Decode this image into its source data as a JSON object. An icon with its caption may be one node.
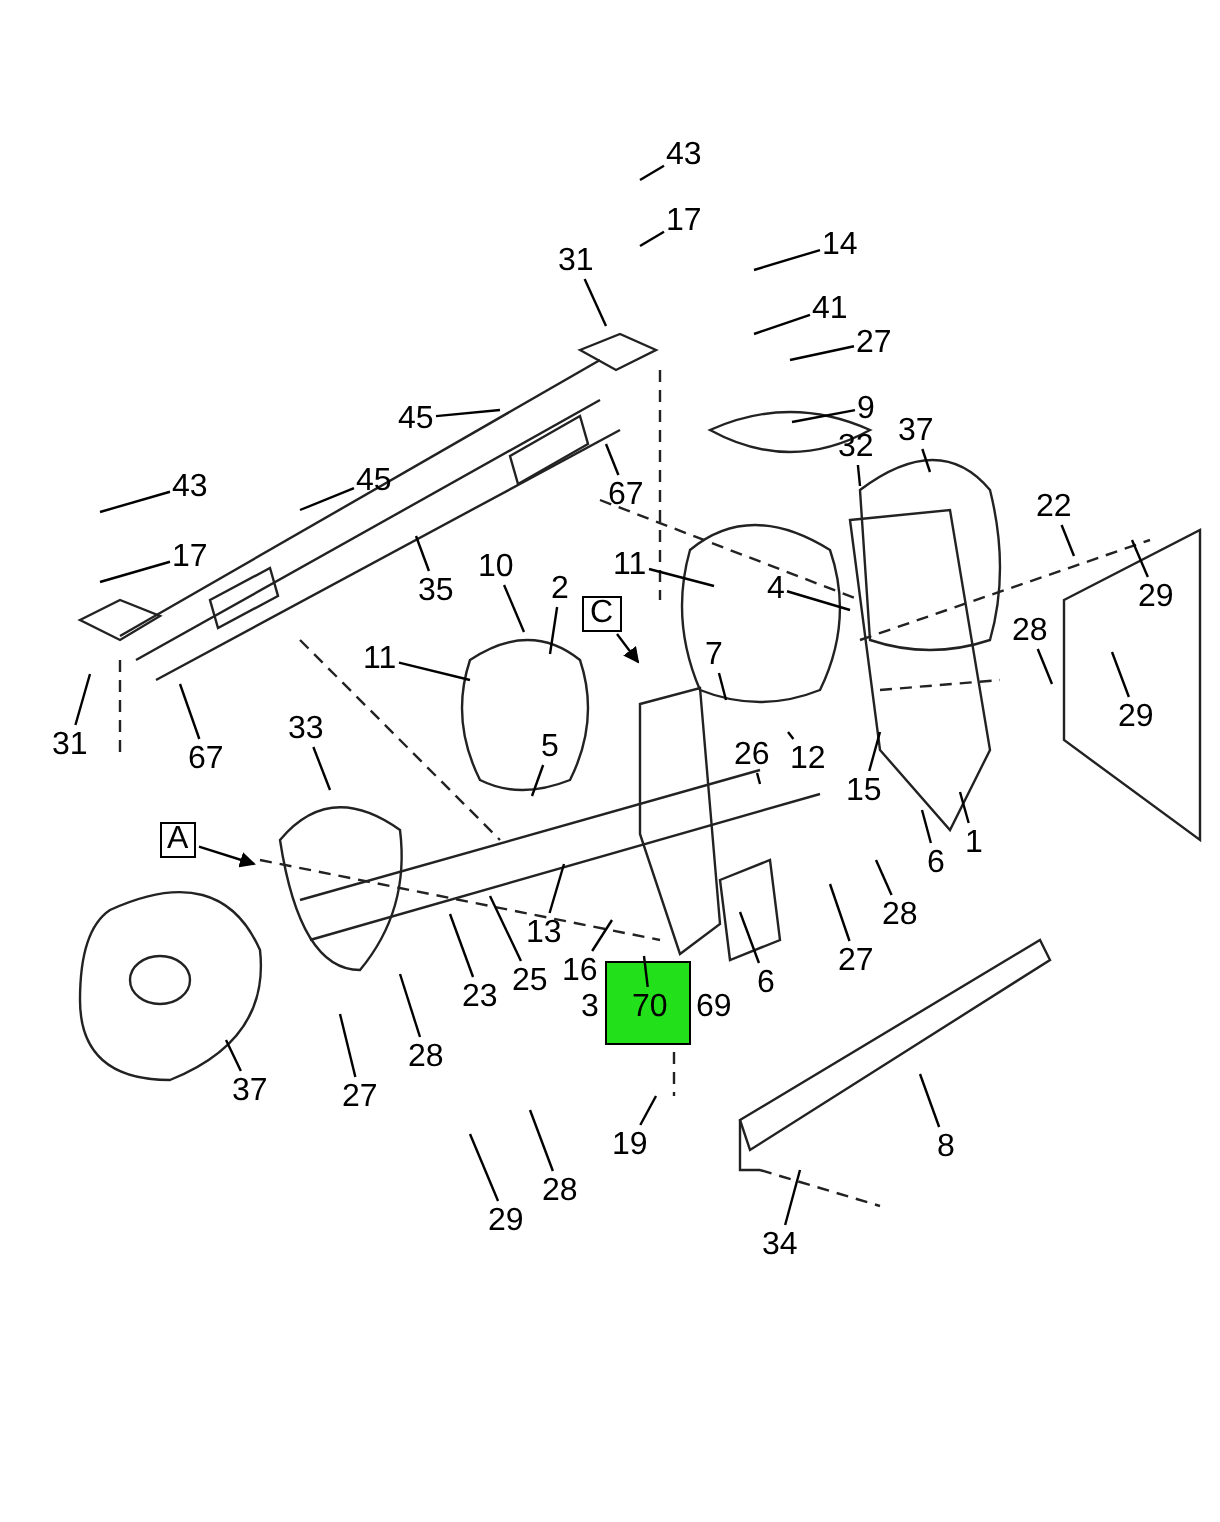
{
  "diagram": {
    "nodes": [
      {
        "text": [
          "43"
        ]
      },
      {
        "text": [
          "17"
        ]
      },
      {
        "text": [
          "14"
        ]
      },
      {
        "text": [
          "31"
        ]
      },
      {
        "text": [
          "41"
        ]
      },
      {
        "text": [
          "27"
        ]
      },
      {
        "text": [
          "9"
        ]
      },
      {
        "text": [
          "45"
        ]
      },
      {
        "text": [
          "37"
        ]
      },
      {
        "text": [
          "32"
        ]
      },
      {
        "text": [
          "43"
        ]
      },
      {
        "text": [
          "45"
        ]
      },
      {
        "text": [
          "67"
        ]
      },
      {
        "text": [
          "22"
        ]
      },
      {
        "text": [
          "17"
        ]
      },
      {
        "text": [
          "11"
        ]
      },
      {
        "text": [
          "10"
        ]
      },
      {
        "text": [
          "35"
        ]
      },
      {
        "text": [
          "2"
        ]
      },
      {
        "text": [
          "4"
        ]
      },
      {
        "text": [
          "29"
        ]
      },
      {
        "text": [
          "C"
        ]
      },
      {
        "text": [
          "28"
        ]
      },
      {
        "text": [
          "7"
        ]
      },
      {
        "text": [
          "11"
        ]
      },
      {
        "text": [
          "29"
        ]
      },
      {
        "text": [
          "33"
        ]
      },
      {
        "text": [
          "31"
        ]
      },
      {
        "text": [
          "5"
        ]
      },
      {
        "text": [
          "26"
        ]
      },
      {
        "text": [
          "12"
        ]
      },
      {
        "text": [
          "67"
        ]
      },
      {
        "text": [
          "15"
        ]
      },
      {
        "text": [
          "A"
        ]
      },
      {
        "text": [
          "1"
        ]
      },
      {
        "text": [
          "6"
        ]
      },
      {
        "text": [
          "28"
        ]
      },
      {
        "text": [
          "13"
        ]
      },
      {
        "text": [
          "27"
        ]
      },
      {
        "text": [
          "16"
        ]
      },
      {
        "text": [
          "25"
        ]
      },
      {
        "text": [
          "6"
        ]
      },
      {
        "text": [
          "23"
        ]
      },
      {
        "text": [
          "70"
        ]
      },
      {
        "text": [
          "28"
        ]
      },
      {
        "text": [
          "37"
        ]
      },
      {
        "text": [
          "27"
        ]
      },
      {
        "text": [
          "19"
        ]
      },
      {
        "text": [
          "8"
        ]
      },
      {
        "text": [
          "28"
        ]
      },
      {
        "text": [
          "29"
        ]
      },
      {
        "text": [
          "34"
        ]
      }
    ],
    "edges": [
      {
        "from": 0,
        "to": null,
        "arrow": "none"
      },
      {
        "from": 1,
        "to": null,
        "arrow": "none"
      },
      {
        "from": 2,
        "to": null,
        "arrow": "none"
      },
      {
        "from": 3,
        "to": null,
        "arrow": "none"
      },
      {
        "from": 4,
        "to": null,
        "arrow": "none"
      },
      {
        "from": 5,
        "to": null,
        "arrow": "none"
      },
      {
        "from": 6,
        "to": null,
        "arrow": "none"
      },
      {
        "from": 7,
        "to": null,
        "arrow": "none"
      },
      {
        "from": 8,
        "to": null,
        "arrow": "none"
      },
      {
        "from": 9,
        "to": null,
        "arrow": "none"
      },
      {
        "from": 10,
        "to": null,
        "arrow": "none"
      },
      {
        "from": 11,
        "to": null,
        "arrow": "none"
      },
      {
        "from": 12,
        "to": null,
        "arrow": "none"
      },
      {
        "from": 13,
        "to": null,
        "arrow": "none"
      },
      {
        "from": 14,
        "to": null,
        "arrow": "none"
      },
      {
        "from": 15,
        "to": null,
        "arrow": "none"
      },
      {
        "from": 16,
        "to": null,
        "arrow": "none"
      },
      {
        "from": 17,
        "to": null,
        "arrow": "none"
      },
      {
        "from": 18,
        "to": null,
        "arrow": "none"
      },
      {
        "from": 19,
        "to": null,
        "arrow": "none"
      },
      {
        "from": 20,
        "to": null,
        "arrow": "none"
      },
      {
        "from": 21,
        "to": null,
        "arrow": "to"
      },
      {
        "from": 22,
        "to": null,
        "arrow": "none"
      },
      {
        "from": 23,
        "to": null,
        "arrow": "none"
      },
      {
        "from": 24,
        "to": null,
        "arrow": "none"
      },
      {
        "from": 25,
        "to": null,
        "arrow": "none"
      },
      {
        "from": 26,
        "to": null,
        "arrow": "none"
      },
      {
        "from": 27,
        "to": null,
        "arrow": "none"
      },
      {
        "from": 28,
        "to": null,
        "arrow": "none"
      },
      {
        "from": 29,
        "to": null,
        "arrow": "none"
      },
      {
        "from": 30,
        "to": null,
        "arrow": "none"
      },
      {
        "from": 31,
        "to": null,
        "arrow": "none"
      },
      {
        "from": 32,
        "to": null,
        "arrow": "none"
      },
      {
        "from": 33,
        "to": null,
        "arrow": "to"
      },
      {
        "from": 34,
        "to": null,
        "arrow": "none"
      },
      {
        "from": 35,
        "to": null,
        "arrow": "none"
      },
      {
        "from": 36,
        "to": null,
        "arrow": "none"
      },
      {
        "from": 37,
        "to": null,
        "arrow": "none"
      },
      {
        "from": 38,
        "to": null,
        "arrow": "none"
      },
      {
        "from": 39,
        "to": null,
        "arrow": "none"
      },
      {
        "from": 40,
        "to": null,
        "arrow": "none"
      },
      {
        "from": 41,
        "to": null,
        "arrow": "none"
      },
      {
        "from": 42,
        "to": null,
        "arrow": "none"
      },
      {
        "from": 43,
        "to": null,
        "arrow": "none"
      },
      {
        "from": 44,
        "to": null,
        "arrow": "none"
      },
      {
        "from": 45,
        "to": null,
        "arrow": "none"
      },
      {
        "from": 46,
        "to": null,
        "arrow": "none"
      },
      {
        "from": 47,
        "to": null,
        "arrow": "none"
      },
      {
        "from": 48,
        "to": null,
        "arrow": "none"
      },
      {
        "from": 49,
        "to": null,
        "arrow": "none"
      },
      {
        "from": 50,
        "to": null,
        "arrow": "none"
      },
      {
        "from": 51,
        "to": null,
        "arrow": "none"
      }
    ],
    "labels": [
      "3",
      "69"
    ]
  }
}
